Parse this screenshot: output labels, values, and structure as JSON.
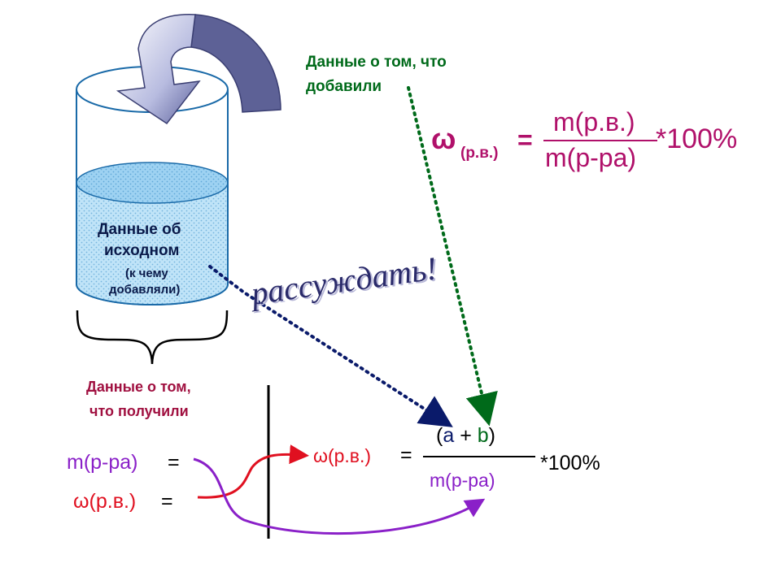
{
  "colors": {
    "green": "#006a1a",
    "magenta": "#b0106a",
    "darkred": "#a01040",
    "navy": "#0a1a6a",
    "purple": "#8a20c8",
    "red": "#e01020",
    "black": "#000000"
  },
  "labels": {
    "added_line1": "Данные о том, что",
    "added_line2": "добавили",
    "initial_line1": "Данные об",
    "initial_line2": "исходном",
    "initial_line3": "(к чему",
    "initial_line4": "добавляли)",
    "reason": "рассуждать!",
    "obtained_line1": "Данные о том,",
    "obtained_line2": "что получили"
  },
  "top_formula": {
    "omega": "ω",
    "subscript": "(р.в.)",
    "equals": "=",
    "numerator": "m(р.в.)",
    "denominator": "m(р-ра)",
    "multiplier": "*100%"
  },
  "given": {
    "mass_label": "m(р-ра)",
    "mass_equals": "=",
    "omega_label": "ω(р.в.)",
    "omega_equals": "="
  },
  "bottom_formula": {
    "omega_label": "ω(р.в.)",
    "equals": "=",
    "paren_open": "(",
    "a": "a",
    "plus": "+",
    "b": "b",
    "paren_close": ")",
    "denominator": "m(р-ра)",
    "multiplier": "*100%"
  }
}
